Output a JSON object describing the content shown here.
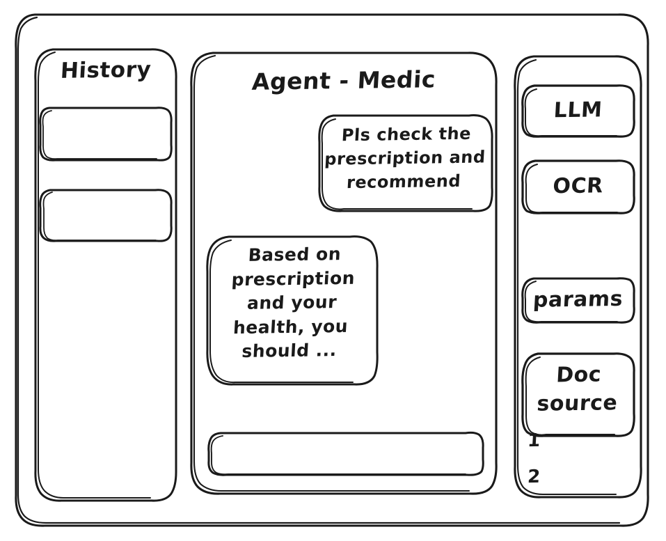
{
  "app": {
    "frame_label": "app-window"
  },
  "history": {
    "title": "History",
    "items": [
      {
        "label": ""
      },
      {
        "label": ""
      }
    ]
  },
  "agent": {
    "title": "Agent - Medic",
    "messages": [
      {
        "role": "user",
        "text": "Pls check the prescription and recommend"
      },
      {
        "role": "assistant",
        "text": "Based on prescription and your health, you should ..."
      }
    ],
    "input": {
      "value": "",
      "placeholder": ""
    }
  },
  "tools": {
    "buttons": [
      {
        "label": "LLM"
      },
      {
        "label": "OCR"
      },
      {
        "label": "params"
      }
    ],
    "doc_source": {
      "label": "Doc source",
      "entries": [
        "1",
        "2"
      ]
    }
  },
  "colors": {
    "ink": "#1a1a1a",
    "paper": "#ffffff"
  }
}
